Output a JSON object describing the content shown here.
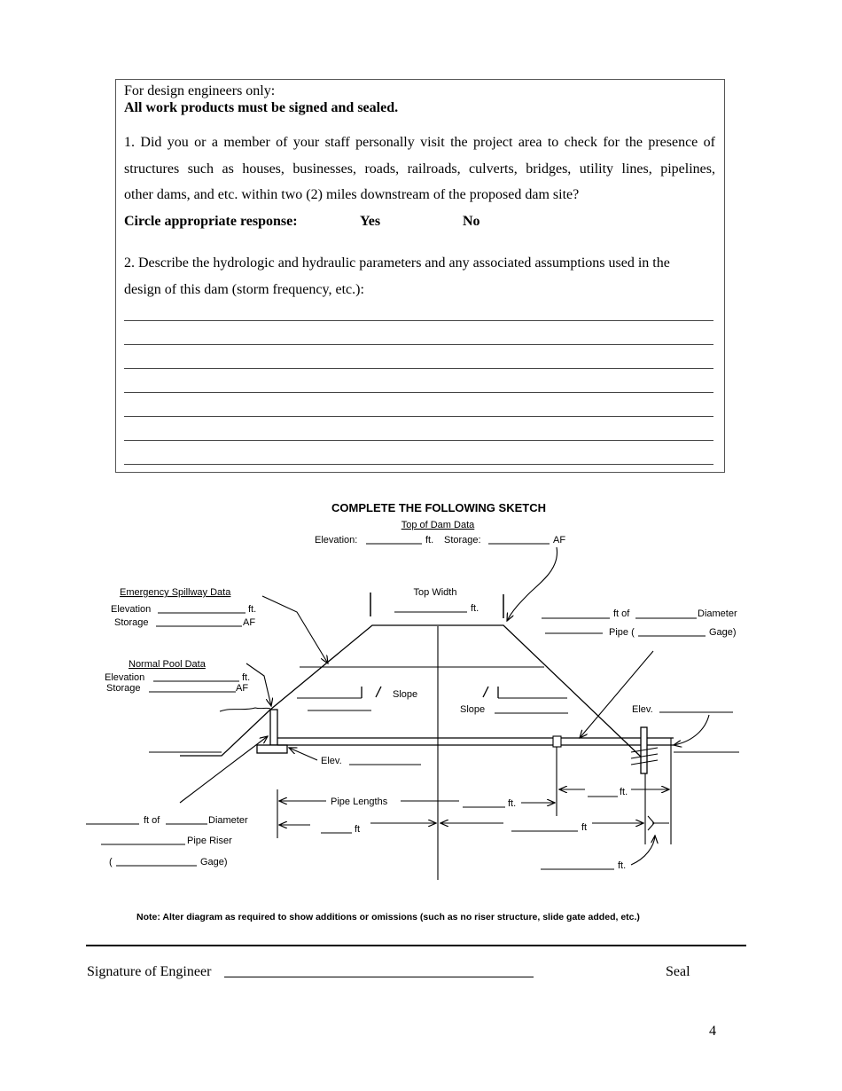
{
  "form": {
    "header_line1": "For design engineers only:",
    "header_line2": "All work products must be signed and sealed.",
    "q1_line1": "1. Did you or a member of your staff personally visit the project area to check for the presence of",
    "q1_line2": "structures such as houses, businesses, roads, railroads, culverts, bridges, utility lines, pipelines,",
    "q1_line3": "other dams, and etc. within two (2) miles downstream of the proposed dam site?",
    "response_label": "Circle appropriate response:",
    "yes": "Yes",
    "no": "No",
    "q2_line1": "2. Describe the hydrologic and hydraulic parameters and any associated assumptions used in the",
    "q2_line2": "design of this dam (storm frequency, etc.):"
  },
  "sketch": {
    "title": "COMPLETE THE FOLLOWING SKETCH",
    "top_of_dam_heading": "Top of Dam Data",
    "top_elev_label": "Elevation:",
    "top_elev_unit": "ft.",
    "top_storage_label": "Storage:",
    "top_storage_unit": "AF",
    "spillway_heading": "Emergency Spillway Data",
    "spillway_elev_label": "Elevation",
    "spillway_elev_unit": "ft.",
    "spillway_storage_label": "Storage",
    "spillway_storage_unit": "AF",
    "top_width_label": "Top Width",
    "top_width_unit": "ft.",
    "pipe_ft_of": "ft of",
    "pipe_diameter": "Diameter",
    "pipe_label": "Pipe (",
    "pipe_gage": "Gage)",
    "normal_pool_heading": "Normal Pool Data",
    "pool_elev_label": "Elevation",
    "pool_elev_unit": "ft.",
    "pool_storage_label": "Storage",
    "pool_storage_unit": "AF",
    "slope_left": "Slope",
    "slope_right": "Slope",
    "elev_right": "Elev.",
    "elev_riser": "Elev.",
    "pipe_lengths": "Pipe Lengths",
    "ft1": "ft.",
    "ft2": "ft.",
    "ft3": "ft",
    "ft4": "ft",
    "ft5": "ft.",
    "riser_ft_of": "ft of",
    "riser_diameter": "Diameter",
    "riser_pipe_riser": "Pipe Riser",
    "riser_gage_open": "(",
    "riser_gage": "Gage)",
    "note": "Note:  Alter diagram as required to show additions or omissions (such as no riser structure, slide gate added, etc.)"
  },
  "signature": {
    "label": "Signature of Engineer",
    "seal": "Seal"
  },
  "page_number": "4"
}
